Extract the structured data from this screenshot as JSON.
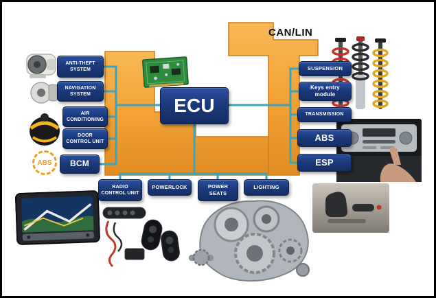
{
  "diagram": {
    "bus_label": "CAN/LIN",
    "ecu_label": "ECU",
    "abs_badge_label": "ABS",
    "left_modules": [
      {
        "label": "ANTI-THEFT\nSYSTEM"
      },
      {
        "label": "NAVIGATION\nSYSTEM"
      },
      {
        "label": "AIR\nCONDITIONING"
      },
      {
        "label": "DOOR\nCONTROL UNIT"
      },
      {
        "label": "BCM"
      }
    ],
    "right_modules": [
      {
        "label": "SUSPENSION"
      },
      {
        "label": "Keys entry\nmodule"
      },
      {
        "label": "TRANSMISSION"
      },
      {
        "label": "ABS"
      },
      {
        "label": "ESP"
      }
    ],
    "bottom_modules": [
      {
        "label": "RADIO\nCONTROL UNIT"
      },
      {
        "label": "POWERLOCK"
      },
      {
        "label": "POWER\nSEATS"
      },
      {
        "label": "LIGHTING"
      }
    ],
    "photos": [
      "window-motor-photo",
      "window-motor-photo-2",
      "air-conditioning-unit-photo",
      "circuit-board-photo",
      "suspension-shocks-photo",
      "car-radio-photo",
      "navigation-display-photo",
      "car-alarm-kit-photo",
      "transmission-gearbox-photo",
      "power-seat-switch-photo"
    ],
    "colors": {
      "node_blue": "#1b3a7c",
      "bus_orange": "#f2a236",
      "wire_teal": "#3aa4bb",
      "abs_orange": "#f59b1e"
    }
  }
}
